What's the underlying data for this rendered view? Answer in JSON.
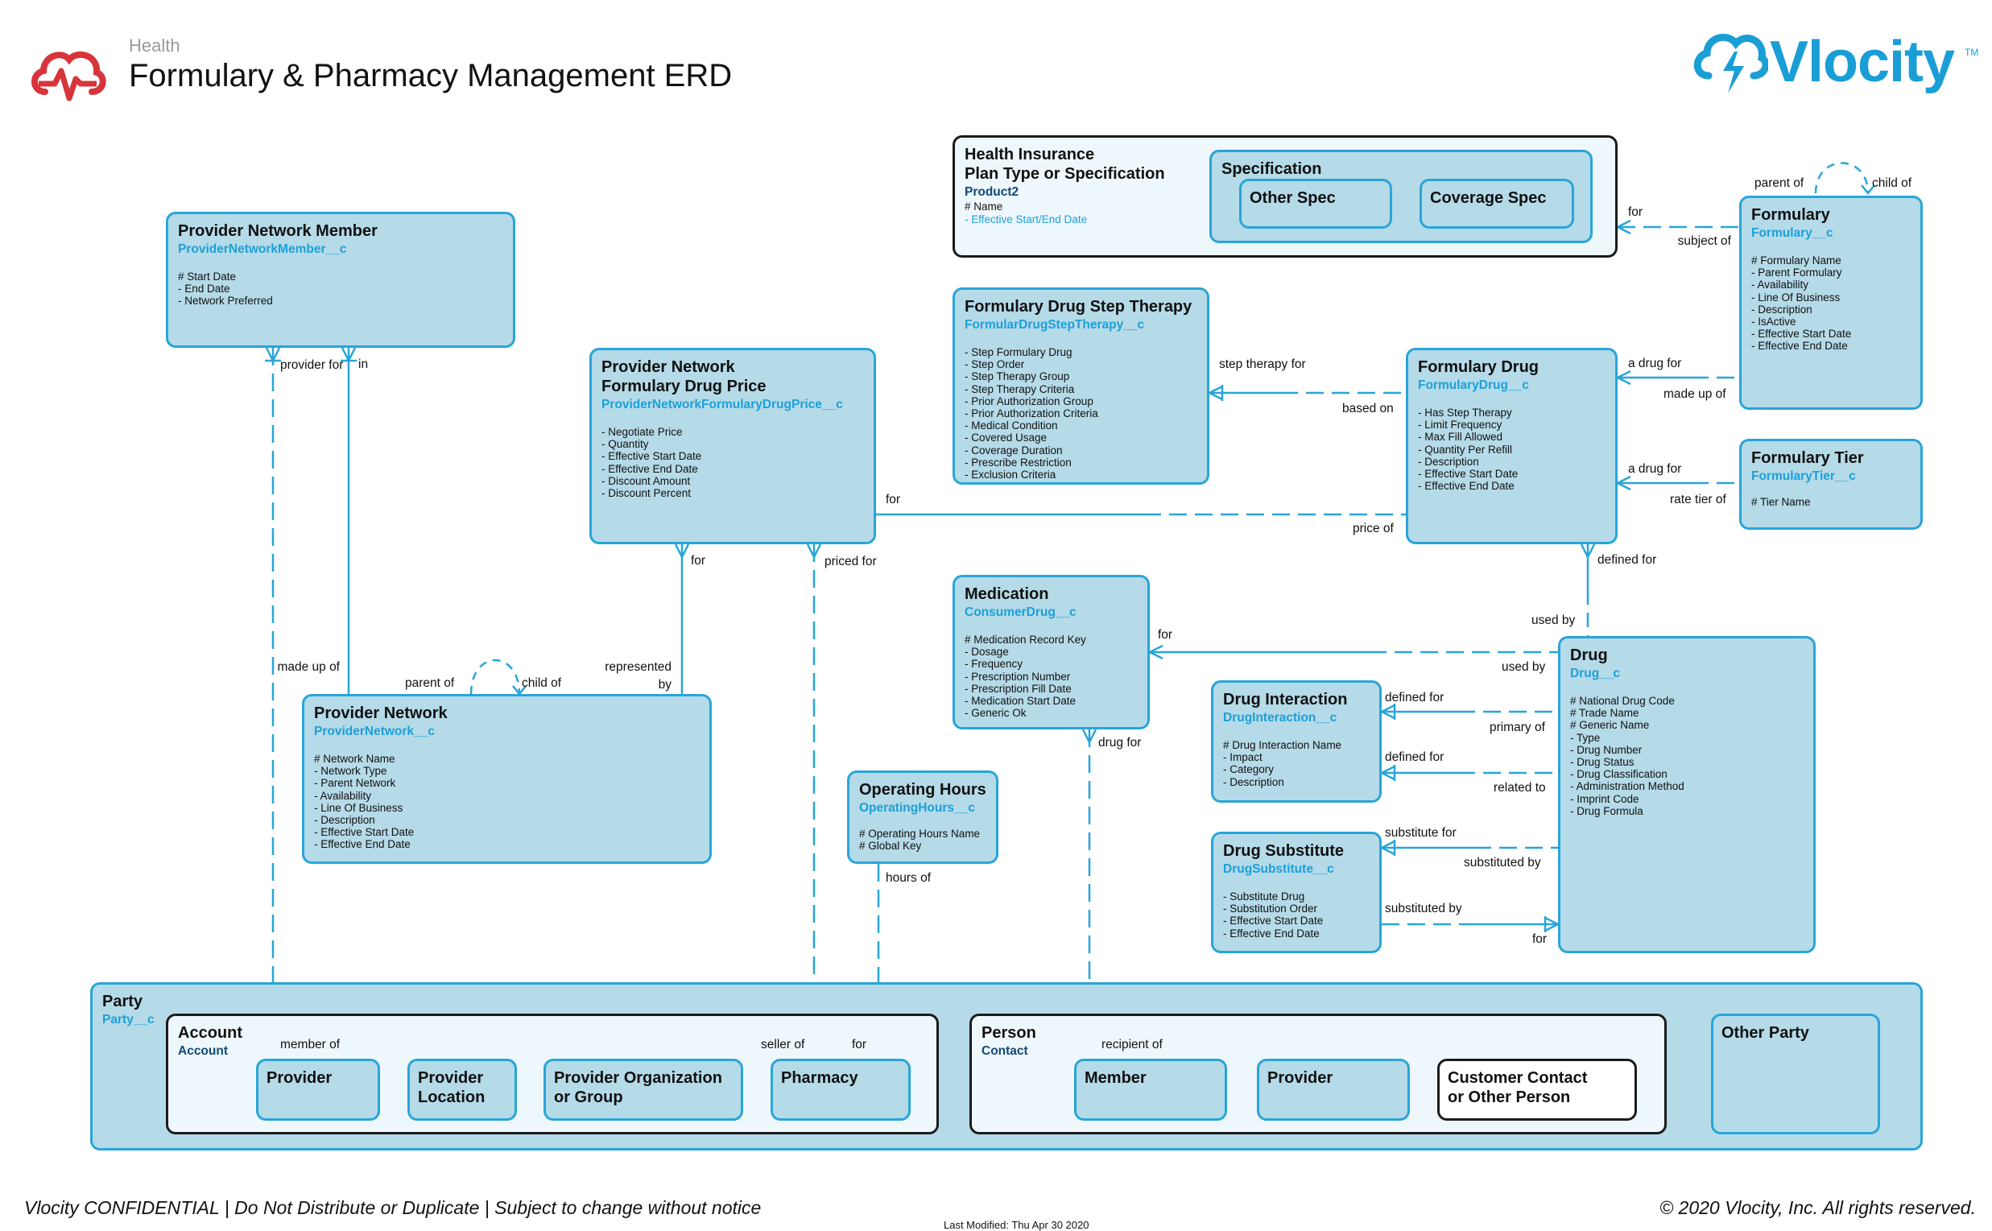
{
  "header": {
    "category": "Health",
    "title": "Formulary & Pharmacy Management ERD",
    "brand": "Vlocity",
    "brand_tm": "TM"
  },
  "colors": {
    "entity_fill": "#b5dae8",
    "entity_border": "#29a5d8",
    "api_name": "#1da0d8",
    "relationship_line": "#29a5d8",
    "logo_red": "#d8343b",
    "brand_blue": "#1a9ed6"
  },
  "icons": {
    "header_logo": "cloud-heartbeat-icon",
    "brand_logo": "cloud-lightning-icon"
  },
  "entities": {
    "health_plan": {
      "title1": "Health Insurance",
      "title2": "Plan Type or Specification",
      "api": "Product2",
      "fields": [
        "# Name",
        "- Effective Start/End Date"
      ]
    },
    "specification": {
      "title": "Specification",
      "other_spec": "Other Spec",
      "coverage_spec": "Coverage Spec"
    },
    "provider_network_member": {
      "title": "Provider Network Member",
      "api": "ProviderNetworkMember__c",
      "fields": [
        "# Start Date",
        "- End Date",
        "- Network Preferred"
      ]
    },
    "step_therapy": {
      "title": "Formulary Drug Step Therapy",
      "api": "FormularDrugStepTherapy__c",
      "fields": [
        "- Step Formulary Drug",
        "- Step Order",
        "- Step Therapy Group",
        "- Step Therapy Criteria",
        "- Prior Authorization Group",
        "- Prior Authorization Criteria",
        "- Medical Condition",
        "- Covered Usage",
        "- Coverage Duration",
        "- Prescribe Restriction",
        "- Exclusion Criteria"
      ]
    },
    "formulary": {
      "title": "Formulary",
      "api": "Formulary__c",
      "fields": [
        "# Formulary Name",
        "- Parent Formulary",
        "- Availability",
        "- Line Of Business",
        "- Description",
        "- IsActive",
        "- Effective Start Date",
        "- Effective End Date"
      ]
    },
    "drug_price": {
      "title1": "Provider Network",
      "title2": "Formulary Drug Price",
      "api": "ProviderNetworkFormularyDrugPrice__c",
      "fields": [
        "- Negotiate Price",
        "- Quantity",
        "- Effective Start Date",
        "- Effective End Date",
        "- Discount Amount",
        "- Discount Percent"
      ]
    },
    "formulary_drug": {
      "title": "Formulary Drug",
      "api": "FormularyDrug__c",
      "fields": [
        "- Has Step Therapy",
        "- Limit Frequency",
        "- Max Fill Allowed",
        "- Quantity Per Refill",
        "- Description",
        "- Effective Start Date",
        "- Effective End Date"
      ]
    },
    "formulary_tier": {
      "title": "Formulary Tier",
      "api": "FormularyTier__c",
      "fields": [
        "# Tier Name"
      ]
    },
    "medication": {
      "title": "Medication",
      "api": "ConsumerDrug__c",
      "fields": [
        "# Medication Record Key",
        "- Dosage",
        "- Frequency",
        "- Prescription Number",
        "- Prescription Fill Date",
        "- Medication Start Date",
        "- Generic Ok"
      ]
    },
    "provider_network": {
      "title": "Provider Network",
      "api": "ProviderNetwork__c",
      "fields": [
        "# Network Name",
        "- Network Type",
        "- Parent Network",
        "- Availability",
        "- Line Of Business",
        "- Description",
        "- Effective Start Date",
        "- Effective End Date"
      ]
    },
    "drug": {
      "title": "Drug",
      "api": "Drug__c",
      "fields": [
        "# National Drug Code",
        "# Trade Name",
        "# Generic Name",
        "- Type",
        "- Drug Number",
        "- Drug Status",
        "- Drug Classification",
        "- Administration Method",
        "- Imprint Code",
        "- Drug Formula"
      ]
    },
    "drug_interaction": {
      "title": "Drug Interaction",
      "api": "DrugInteraction__c",
      "fields": [
        "# Drug Interaction Name",
        "- Impact",
        "- Category",
        "- Description"
      ]
    },
    "operating_hours": {
      "title": "Operating Hours",
      "api": "OperatingHours__c",
      "fields": [
        "# Operating Hours Name",
        "# Global Key"
      ]
    },
    "drug_substitute": {
      "title": "Drug Substitute",
      "api": "DrugSubstitute__c",
      "fields": [
        "- Substitute Drug",
        "- Substitution Order",
        "- Effective Start Date",
        "- Effective End Date"
      ]
    },
    "party": {
      "title": "Party",
      "api": "Party__c"
    },
    "account": {
      "title": "Account",
      "api": "Account",
      "provider": "Provider",
      "provider_location1": "Provider",
      "provider_location2": "Location",
      "provider_org1": "Provider Organization",
      "provider_org2": "or Group",
      "pharmacy": "Pharmacy"
    },
    "person": {
      "title": "Person",
      "api": "Contact",
      "member": "Member",
      "provider": "Provider",
      "customer1": "Customer Contact",
      "customer2": "or Other Person"
    },
    "other_party": {
      "title": "Other Party"
    }
  },
  "relationships": {
    "pnm_provider_for": "provider for",
    "pnm_in": "in",
    "made_up_of": "made up of",
    "pn_parent_of": "parent of",
    "pn_child_of": "child of",
    "price_for": "for",
    "price_priced_for": "priced for",
    "represented_by": "represented by",
    "price_to_fd_for": "for",
    "price_of": "price of",
    "step_therapy_for": "step therapy for",
    "based_on": "based on",
    "plan_for": "for",
    "subject_of": "subject of",
    "formulary_parent_of": "parent of",
    "formulary_child_of": "child of",
    "a_drug_for_1": "a drug for",
    "made_up_of_2": "made up of",
    "a_drug_for_2": "a drug for",
    "rate_tier_of": "rate tier of",
    "defined_for": "defined for",
    "used_by_1": "used by",
    "medication_for": "for",
    "used_by_2": "used by",
    "drug_for": "drug for",
    "interaction_defined_for_1": "defined for",
    "primary_of": "primary of",
    "interaction_defined_for_2": "defined for",
    "related_to": "related to",
    "substitute_for": "substitute for",
    "substituted_by_1": "substituted by",
    "substituted_by_2": "substituted by",
    "sub_for": "for",
    "hours_of": "hours of",
    "member_of": "member of",
    "seller_of": "seller of",
    "pharmacy_for": "for",
    "recipient_of": "recipient of"
  },
  "footer": {
    "confidential": "Vlocity CONFIDENTIAL | Do Not Distribute or Duplicate | Subject to change without notice",
    "modified_label": "Last Modified:",
    "modified_date": "Thu Apr 30 2020",
    "copyright": "© 2020 Vlocity, Inc. All rights reserved."
  }
}
